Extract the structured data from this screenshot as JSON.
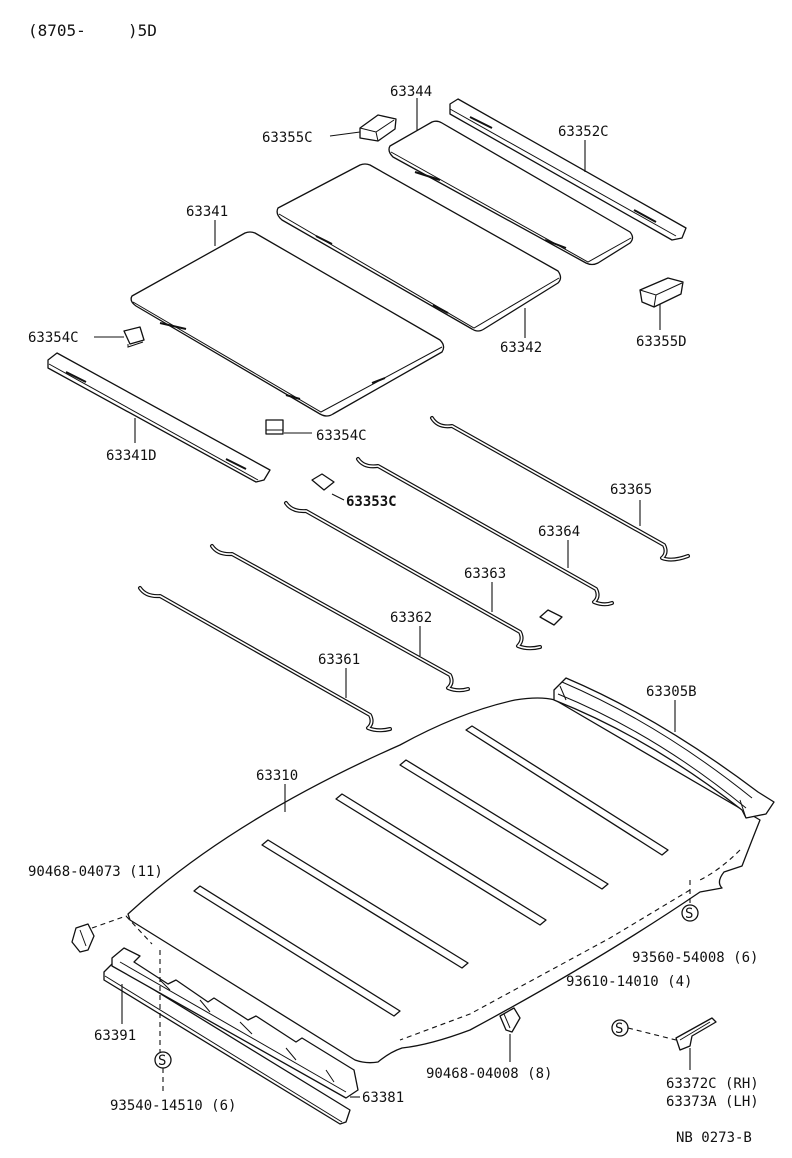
{
  "header": {
    "code": "(8705-",
    "close": ")5D"
  },
  "labels": {
    "p63344": "63344",
    "p63355C": "63355C",
    "p63352C": "63352C",
    "p63341": "63341",
    "p63342": "63342",
    "p63355D": "63355D",
    "p63354C_a": "63354C",
    "p63354C_b": "63354C",
    "p63341D": "63341D",
    "p63353C": "63353C",
    "p63365": "63365",
    "p63364": "63364",
    "p63363": "63363",
    "p63362": "63362",
    "p63361": "63361",
    "p63305B": "63305B",
    "p63310": "63310",
    "p90468_04073": "90468-04073 (11)",
    "p93560_54008": "93560-54008 (6)",
    "p93610_14010": "93610-14010 (4)",
    "p63391": "63391",
    "p90468_04008": "90468-04008 (8)",
    "p63372C": "63372C (RH)",
    "p63373A": "63373A (LH)",
    "p63381": "63381",
    "p93540_14510": "93540-14510 (6)",
    "s_mark": "S"
  },
  "footer": {
    "ref": "NB  0273-B"
  }
}
